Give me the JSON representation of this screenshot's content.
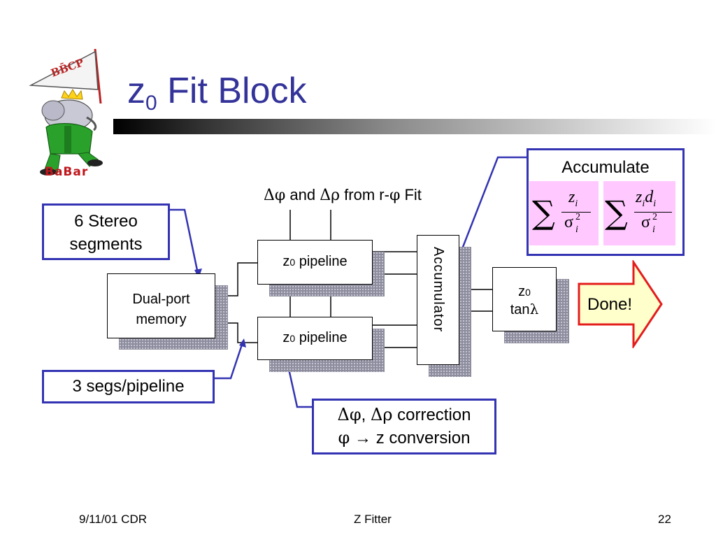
{
  "logo": {
    "flag_text": "BB̄CP",
    "name": "BaBar"
  },
  "title": {
    "main": "z",
    "subscript": "0",
    "rest": " Fit Block"
  },
  "diagram": {
    "input_label": {
      "delta1": "Δφ",
      "and": " and ",
      "delta2": "Δρ",
      "from": " from r-",
      "phi": "φ",
      "fit": " Fit"
    },
    "stereo_callout": {
      "line1": "6 Stereo",
      "line2": "segments"
    },
    "memory_block": {
      "line1": "Dual-port",
      "line2": "memory"
    },
    "pipeline_top": {
      "z": "z",
      "sub": "0",
      "label": " pipeline"
    },
    "pipeline_bottom": {
      "z": "z",
      "sub": "0",
      "label": " pipeline"
    },
    "accumulator_block": {
      "label": "Accumulator"
    },
    "output_block": {
      "z": "z",
      "sub": "0",
      "tan": "tan",
      "lambda": "λ"
    },
    "accumulate_callout": {
      "title": "Accumulate",
      "sum1": {
        "sigma": "∑",
        "num": "z",
        "num_sub": "i",
        "den": "σ",
        "den_sup": "2",
        "den_sub": "i"
      },
      "sum2": {
        "sigma": "∑",
        "num": "z",
        "num_sub": "i",
        "num2": "d",
        "num2_sub": "i",
        "den": "σ",
        "den_sup": "2",
        "den_sub": "i"
      }
    },
    "done_arrow": {
      "label": "Done!"
    },
    "segs_callout": {
      "label": "3 segs/pipeline"
    },
    "correction_callout": {
      "line1": {
        "a": "Δφ",
        "b": ", ",
        "c": "Δρ",
        "d": " correction"
      },
      "line2": {
        "a": "φ",
        "b": " → z conversion"
      }
    }
  },
  "footer": {
    "date": "9/11/01 CDR",
    "center": "Z Fitter",
    "page": "22"
  },
  "colors": {
    "title": "#33339a",
    "callout_border": "#3333b3",
    "formula_bg": "#ffc9ff",
    "done_fill": "#ffffcc",
    "done_border": "#e41c1c",
    "shadow": "#8d8d9d"
  }
}
